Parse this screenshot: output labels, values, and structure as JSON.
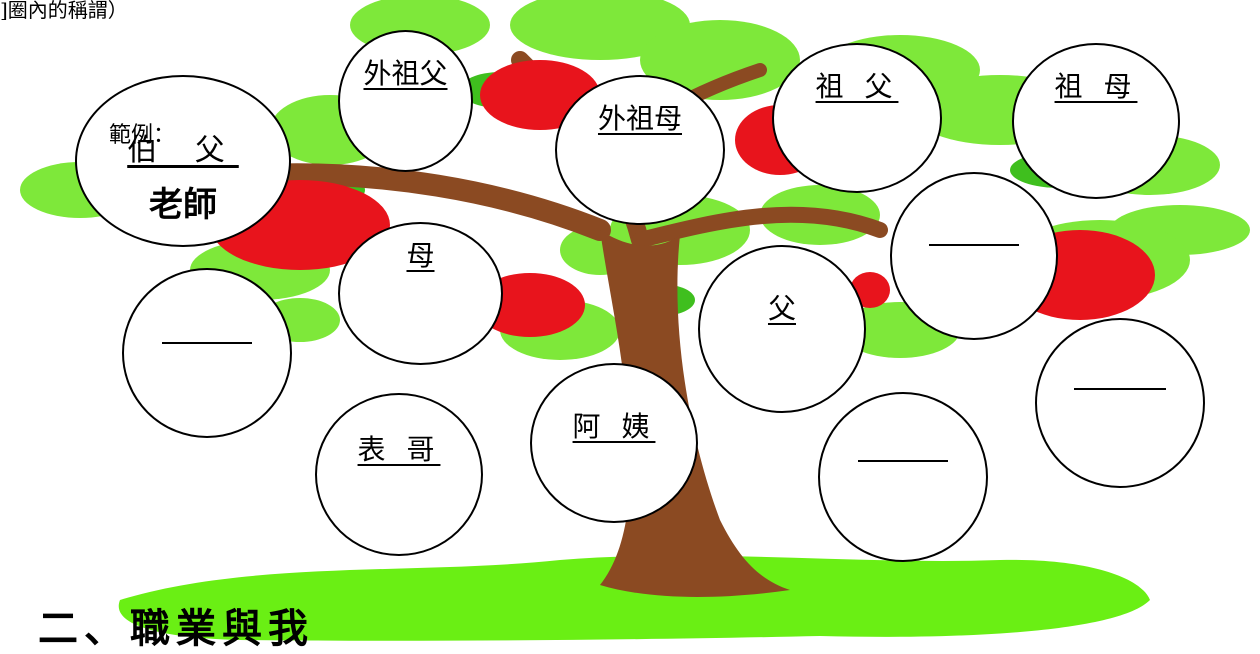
{
  "header_note": "]圈內的稱謂）",
  "section_heading": "二、職業與我",
  "example": {
    "tag": "範例：",
    "relation": "伯 父",
    "answer": "老師"
  },
  "circles": {
    "maternal_grandfather": "外祖父",
    "maternal_grandmother": "外祖母",
    "grandfather": "祖 父",
    "grandmother": "祖 母",
    "mother": "母",
    "father": "父",
    "aunt": "阿 姨",
    "cousin": "表 哥"
  },
  "colors": {
    "leaf_light": "#7ee83a",
    "leaf_dark": "#3fbf1e",
    "apple": "#e8141c",
    "trunk": "#8b4a22",
    "grass": "#6aef14"
  }
}
